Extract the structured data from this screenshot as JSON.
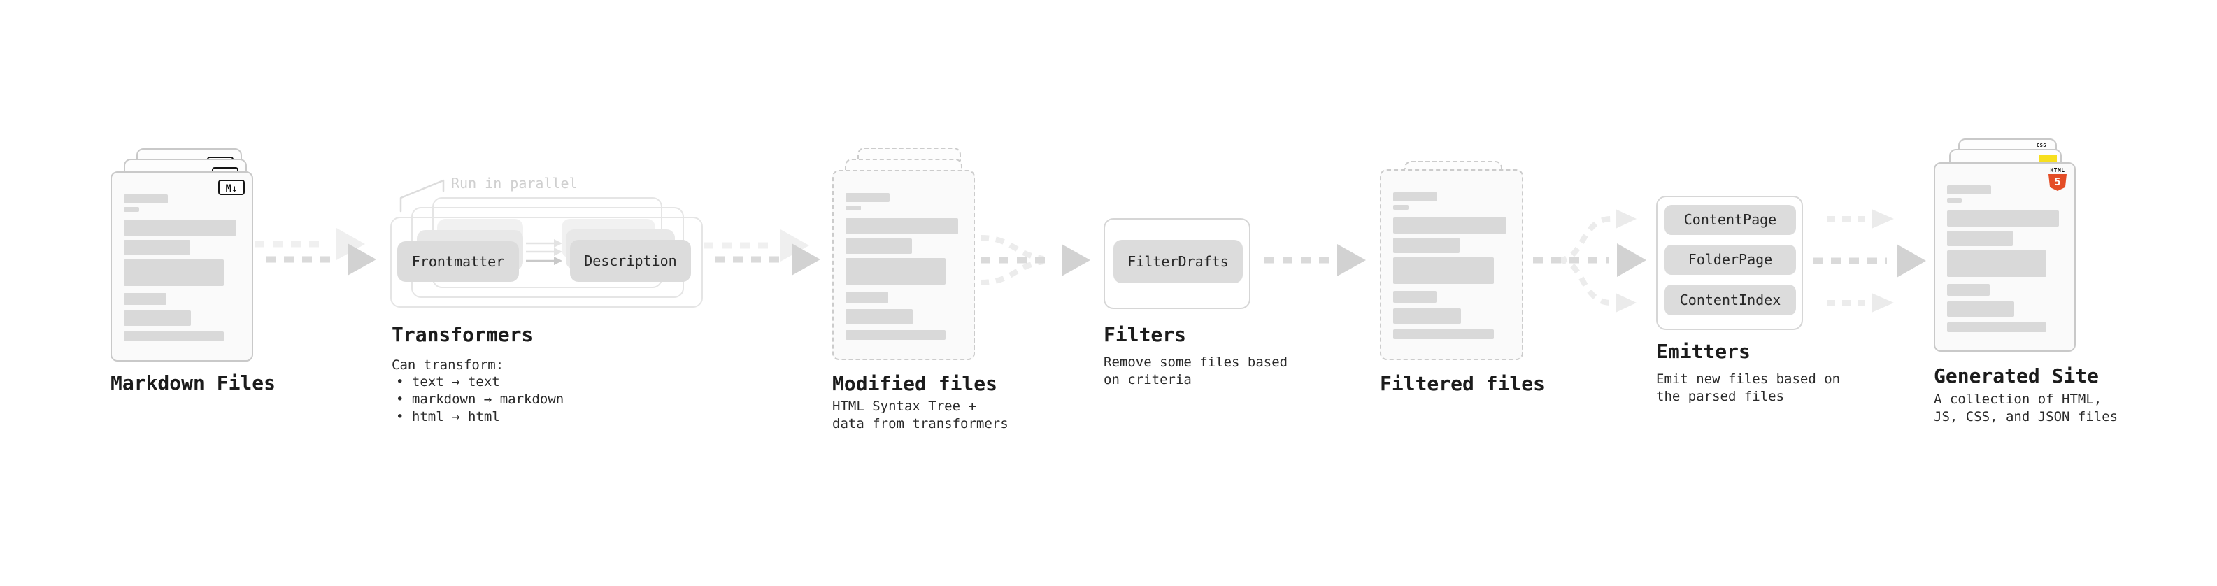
{
  "diagram": {
    "stages": {
      "markdown": {
        "title": "Markdown Files",
        "badge": "M↓"
      },
      "transformers": {
        "title": "Transformers",
        "note": "Run in parallel",
        "pills": [
          "Frontmatter",
          "Description"
        ],
        "desc_heading": "Can transform:",
        "bullets": [
          "text → text",
          "markdown → markdown",
          "html → html"
        ]
      },
      "modified": {
        "title": "Modified files",
        "desc": [
          "HTML Syntax Tree +",
          "data from transformers"
        ]
      },
      "filters": {
        "title": "Filters",
        "pill": "FilterDrafts",
        "desc": [
          "Remove some files based",
          "on criteria"
        ]
      },
      "filtered": {
        "title": "Filtered files"
      },
      "emitters": {
        "title": "Emitters",
        "pills": [
          "ContentPage",
          "FolderPage",
          "ContentIndex"
        ],
        "desc": [
          "Emit new files based on",
          "the parsed files"
        ]
      },
      "generated": {
        "title": "Generated Site",
        "desc": [
          "A collection of HTML,",
          "JS, CSS, and JSON files"
        ],
        "badges": {
          "html_label": "HTML",
          "html_number": "5",
          "css_label": "CSS"
        }
      }
    },
    "colors": {
      "html5-orange": "#e44d26",
      "js-yellow": "#f7df1e",
      "css-blue": "#2c65f2",
      "pill-fill": "#dcdcdc",
      "skeleton-bar": "#d9d9d9",
      "title-text": "#1c1c1c",
      "body-text": "#2a2a2a",
      "note-text": "#cfcfcf"
    }
  }
}
